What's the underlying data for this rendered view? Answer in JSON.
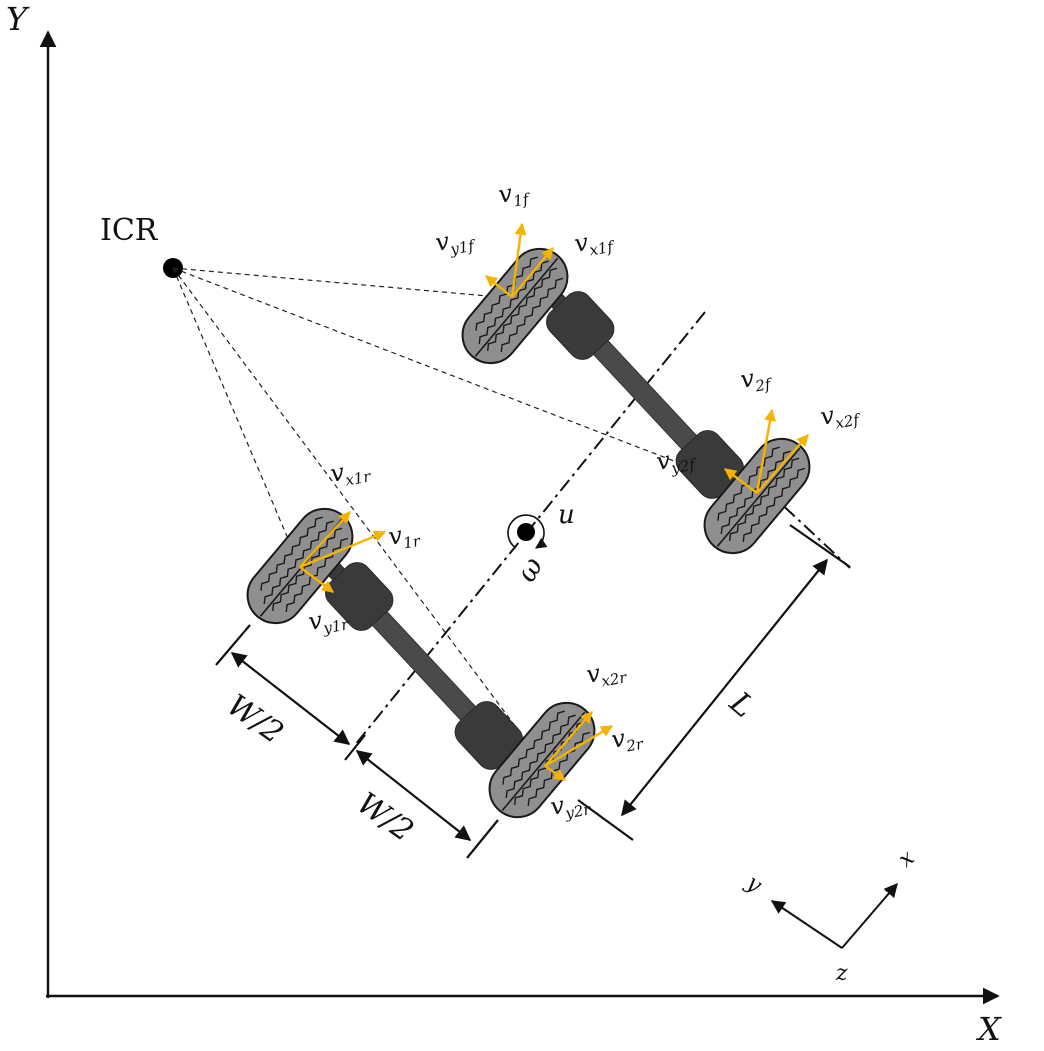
{
  "axes": {
    "x_label": "X",
    "y_label": "Y"
  },
  "icr_label": "ICR",
  "center": {
    "u_label": "u",
    "omega_label": "ω"
  },
  "dimensions": {
    "half_width_1": "W/2",
    "half_width_2": "W/2",
    "length": "L"
  },
  "wheels": {
    "front_left": {
      "v": "v",
      "v_sub": "1f",
      "vx": "v",
      "vx_sub": "x1f",
      "vy": "v",
      "vy_sub": "y1f"
    },
    "front_right": {
      "v": "v",
      "v_sub": "2f",
      "vx": "v",
      "vx_sub": "x2f",
      "vy": "v",
      "vy_sub": "y2f"
    },
    "rear_left": {
      "v": "v",
      "v_sub": "1r",
      "vx": "v",
      "vx_sub": "x1r",
      "vy": "v",
      "vy_sub": "y1r"
    },
    "rear_right": {
      "v": "v",
      "v_sub": "2r",
      "vx": "v",
      "vx_sub": "x2r",
      "vy": "v",
      "vy_sub": "y2r"
    }
  },
  "body_frame": {
    "x": "x",
    "y": "y",
    "z": "z"
  },
  "colors": {
    "velocity": "#f5b300",
    "tire": "#8f8f8f",
    "motor": "#3a3a3a"
  }
}
